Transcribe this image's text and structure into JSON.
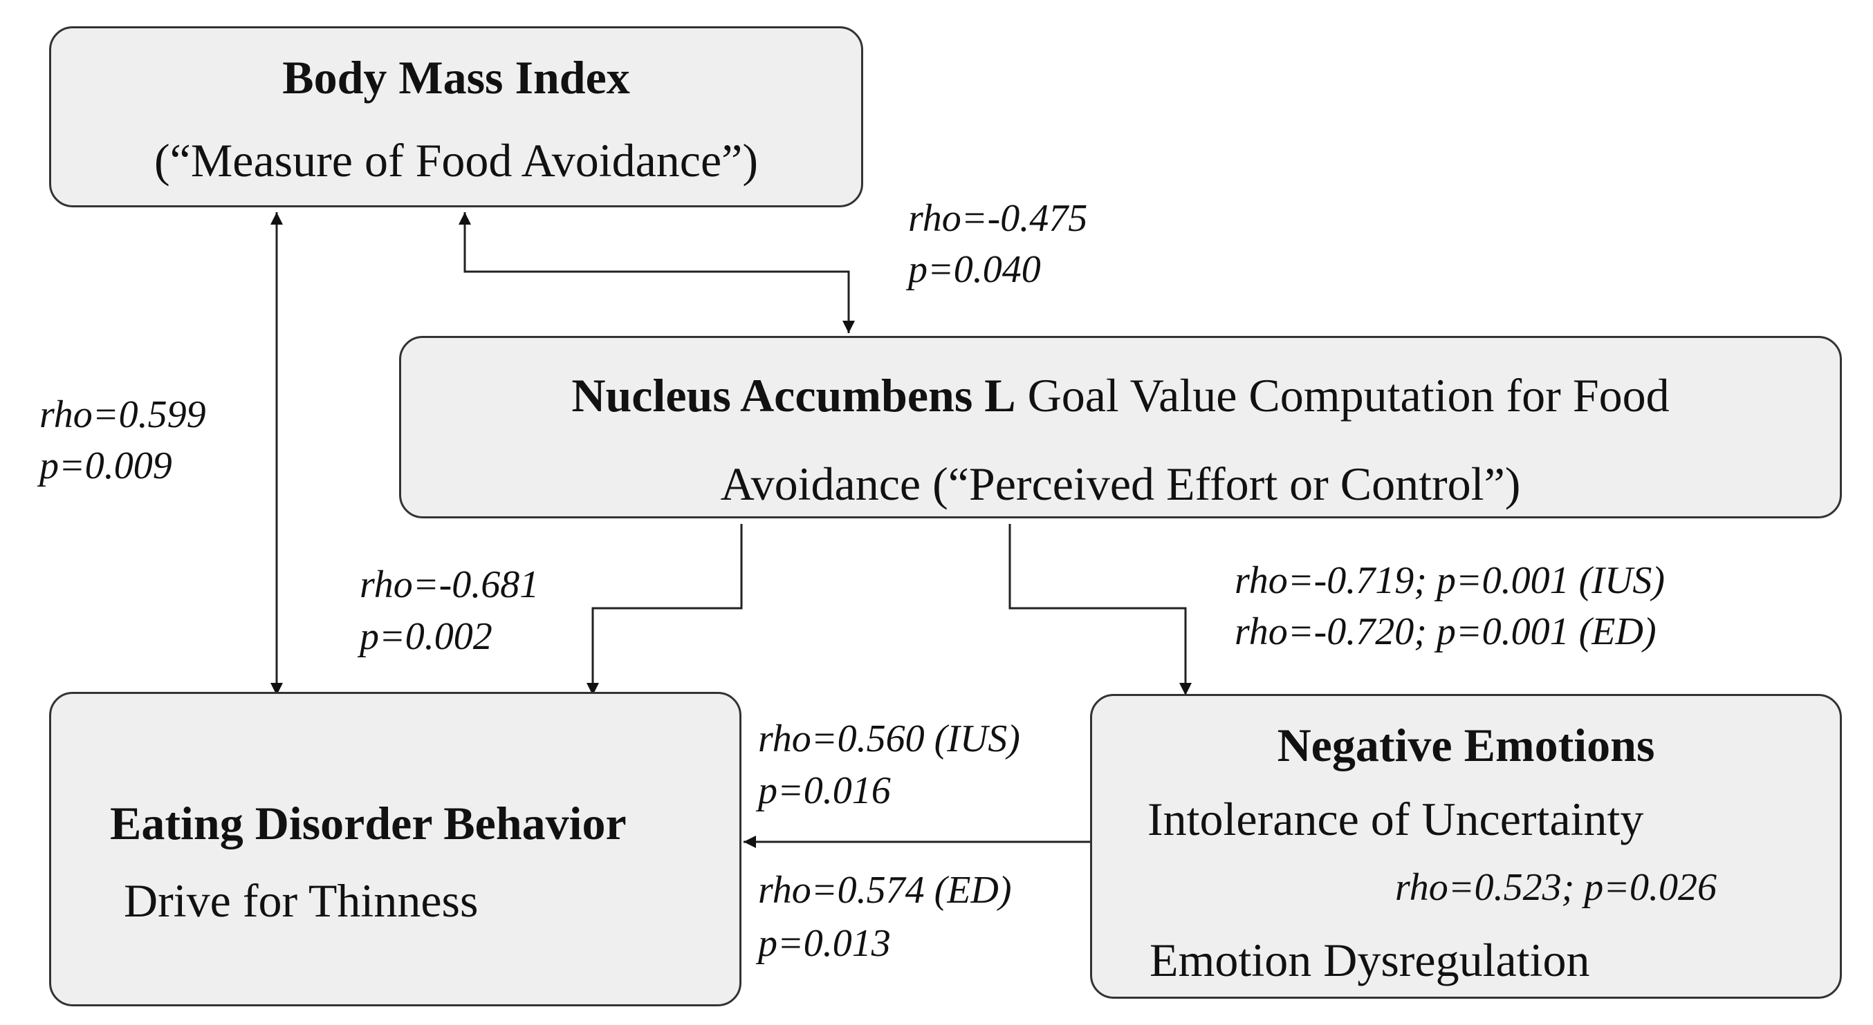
{
  "nodes": {
    "bmi": {
      "title": "Body Mass Index",
      "subtitle": "(“Measure of Food Avoidance”)"
    },
    "nacc": {
      "title_bold": "Nucleus Accumbens L",
      "title_rest": "Goal Value Computation for Food",
      "line2": "Avoidance (“Perceived Effort or Control”)"
    },
    "edb": {
      "title": "Eating Disorder Behavior",
      "subtitle": "Drive for Thinness"
    },
    "neg": {
      "title": "Negative Emotions",
      "item1": "Intolerance of Uncertainty",
      "item2": "Emotion Dysregulation"
    }
  },
  "edges": {
    "bmi_nacc": {
      "line1": "rho=-0.475",
      "line2": "p=0.040"
    },
    "bmi_edb": {
      "line1": "rho=0.599",
      "line2": "p=0.009"
    },
    "nacc_edb": {
      "line1": "rho=-0.681",
      "line2": "p=0.002"
    },
    "nacc_neg": {
      "line1": "rho=-0.719; p=0.001 (IUS)",
      "line2": "rho=-0.720; p=0.001 (ED)"
    },
    "neg_edb_ius": {
      "line1": "rho=0.560 (IUS)",
      "line2": "p=0.016"
    },
    "neg_edb_ed": {
      "line1": "rho=0.574 (ED)",
      "line2": "p=0.013"
    },
    "ius_ed": {
      "line1": "rho=0.523; p=0.026"
    }
  }
}
